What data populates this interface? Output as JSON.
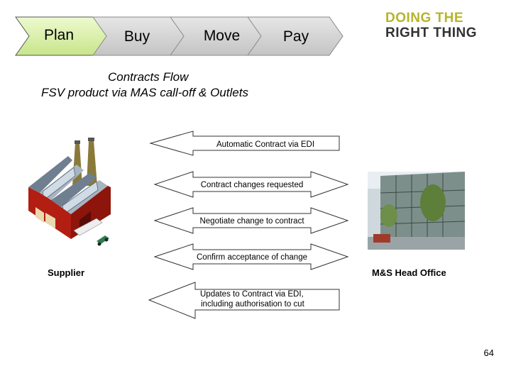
{
  "process_steps": [
    {
      "label": "Plan",
      "active": true
    },
    {
      "label": "Buy",
      "active": false
    },
    {
      "label": "Move",
      "active": false
    },
    {
      "label": "Pay",
      "active": false
    }
  ],
  "brand": {
    "line1": "DOING THE",
    "line2": "RIGHT THING",
    "line1_color": "#b5b52a",
    "line2_color": "#333333"
  },
  "title": {
    "line1": "Contracts Flow",
    "line2": "FSV product via MAS call-off  & Outlets"
  },
  "parties": {
    "left": "Supplier",
    "right": "M&S Head Office"
  },
  "flows": [
    {
      "label": "Automatic Contract via EDI",
      "direction": "left"
    },
    {
      "label": "Contract changes requested",
      "direction": "both"
    },
    {
      "label": "Negotiate change to contract",
      "direction": "both"
    },
    {
      "label": "Confirm acceptance of change",
      "direction": "both"
    },
    {
      "label_line1": "Updates to Contract via EDI,",
      "label_line2": "including authorisation to cut",
      "direction": "left"
    }
  ],
  "colors": {
    "active_step": "#d9f0a3",
    "inactive_step": "#d6d6d6"
  },
  "page_number": "64"
}
